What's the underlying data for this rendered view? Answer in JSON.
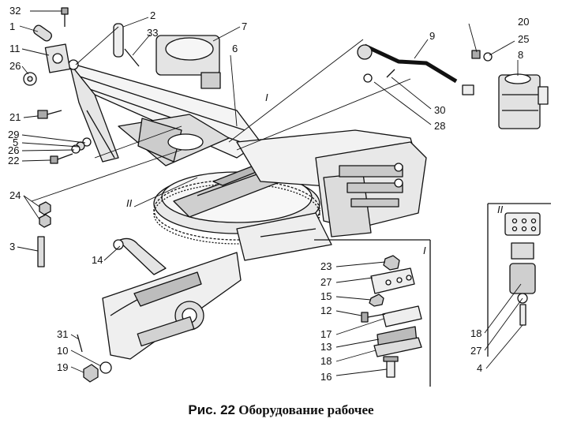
{
  "callouts": {
    "n32": "32",
    "n1": "1",
    "n11": "11",
    "n26a": "26",
    "n21": "21",
    "n29": "29",
    "n5": "5",
    "n26b": "26",
    "n22": "22",
    "n24": "24",
    "n3": "3",
    "n2": "2",
    "n33": "33",
    "n7": "7",
    "n6": "6",
    "n9": "9",
    "n20": "20",
    "n25": "25",
    "n8": "8",
    "n30": "30",
    "n28": "28",
    "n14": "14",
    "n31": "31",
    "n10": "10",
    "n19": "19",
    "n23": "23",
    "n27a": "27",
    "n15": "15",
    "n12": "12",
    "n17": "17",
    "n13": "13",
    "n18a": "18",
    "n16": "16",
    "n18b": "18",
    "n27b": "27",
    "n4": "4"
  },
  "roman": {
    "i_main": "I",
    "ii_main": "II",
    "i_inset": "I",
    "ii_inset": "II"
  },
  "caption": {
    "figure": "Рис. 22",
    "title": "Оборудование рабочее"
  }
}
